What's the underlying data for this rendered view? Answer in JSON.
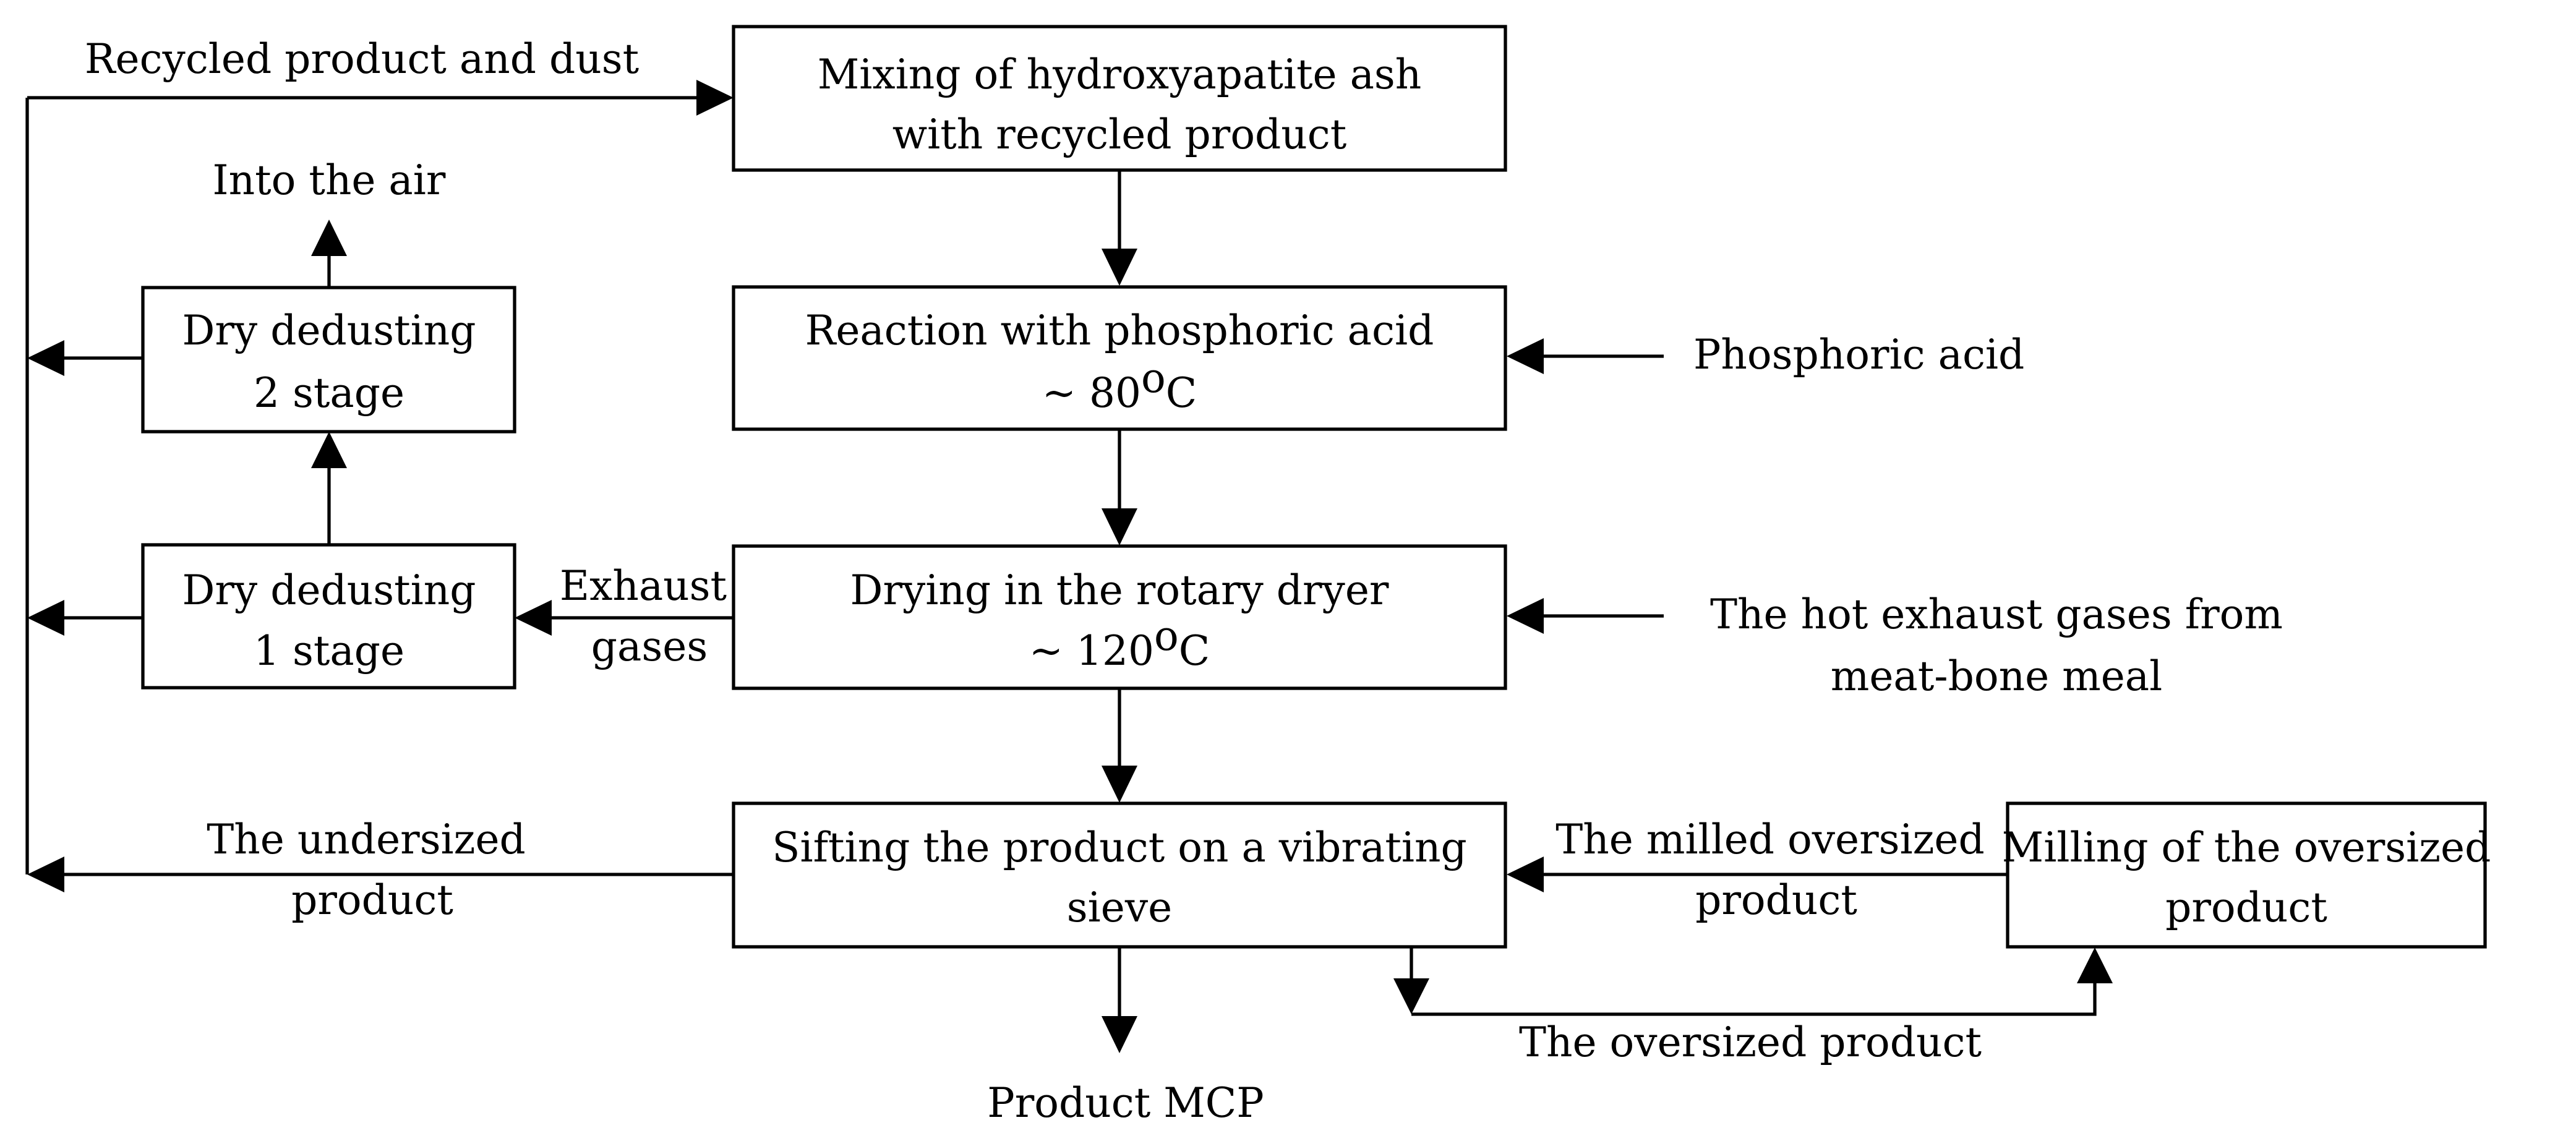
{
  "boxes": {
    "mixing": {
      "line1": "Mixing of hydroxyapatite ash",
      "line2": "with recycled product"
    },
    "reaction": {
      "line1": "Reaction with phosphoric acid",
      "line2_prefix": "~ 80",
      "line2_sup": "o",
      "line2_suffix": "C"
    },
    "drying": {
      "line1": "Drying in the rotary dryer",
      "line2_prefix": "~ 120",
      "line2_sup": "o",
      "line2_suffix": "C"
    },
    "sifting": {
      "line1": "Sifting the product on a vibrating",
      "line2": "sieve"
    },
    "milling": {
      "line1": "Milling of the oversized",
      "line2": "product"
    },
    "dedust2": {
      "line1": "Dry dedusting",
      "line2": "2 stage"
    },
    "dedust1": {
      "line1": "Dry dedusting",
      "line2": "1 stage"
    }
  },
  "labels": {
    "recycled": "Recycled product and dust",
    "into_air": "Into the air",
    "phosphoric_acid": "Phosphoric acid",
    "hot_gases_line1": "The hot exhaust gases from",
    "hot_gases_line2": "meat-bone meal",
    "exhaust_line1": "Exhaust",
    "exhaust_line2": "gases",
    "undersized_line1": "The undersized",
    "undersized_line2": "product",
    "milled_line1": "The milled oversized",
    "milled_line2": "product",
    "oversized": "The oversized product",
    "product_mcp": "Product MCP"
  }
}
